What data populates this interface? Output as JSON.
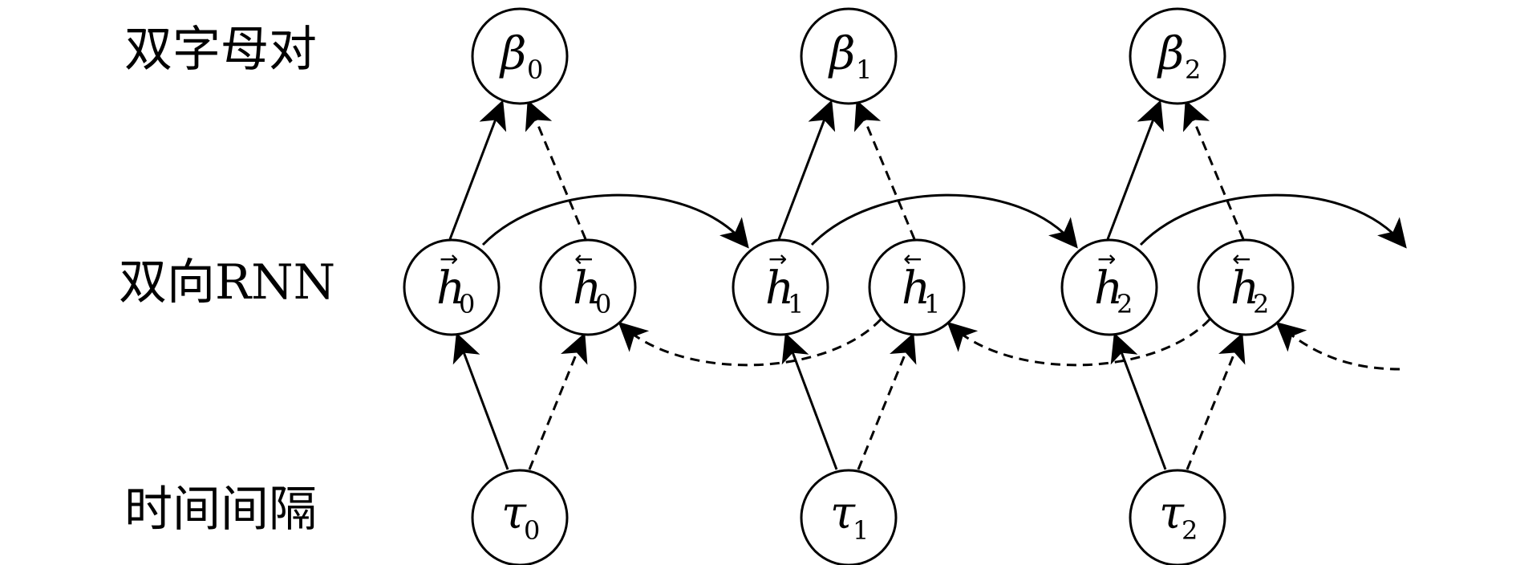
{
  "rows": {
    "top": "双字母对",
    "middle": "双向RNN",
    "bottom": "时间间隔"
  },
  "columns": [
    {
      "beta": "β",
      "beta_sub": "0",
      "h_fwd": "h",
      "h_fwd_sub": "0",
      "h_bwd": "h",
      "h_bwd_sub": "0",
      "tau": "τ",
      "tau_sub": "0"
    },
    {
      "beta": "β",
      "beta_sub": "1",
      "h_fwd": "h",
      "h_fwd_sub": "1",
      "h_bwd": "h",
      "h_bwd_sub": "1",
      "tau": "τ",
      "tau_sub": "1"
    },
    {
      "beta": "β",
      "beta_sub": "2",
      "h_fwd": "h",
      "h_fwd_sub": "2",
      "h_bwd": "h",
      "h_bwd_sub": "2",
      "tau": "τ",
      "tau_sub": "2"
    }
  ],
  "arrows": {
    "forward": "→",
    "backward": "←"
  },
  "colors": {
    "stroke": "#000000",
    "fill": "#ffffff"
  }
}
